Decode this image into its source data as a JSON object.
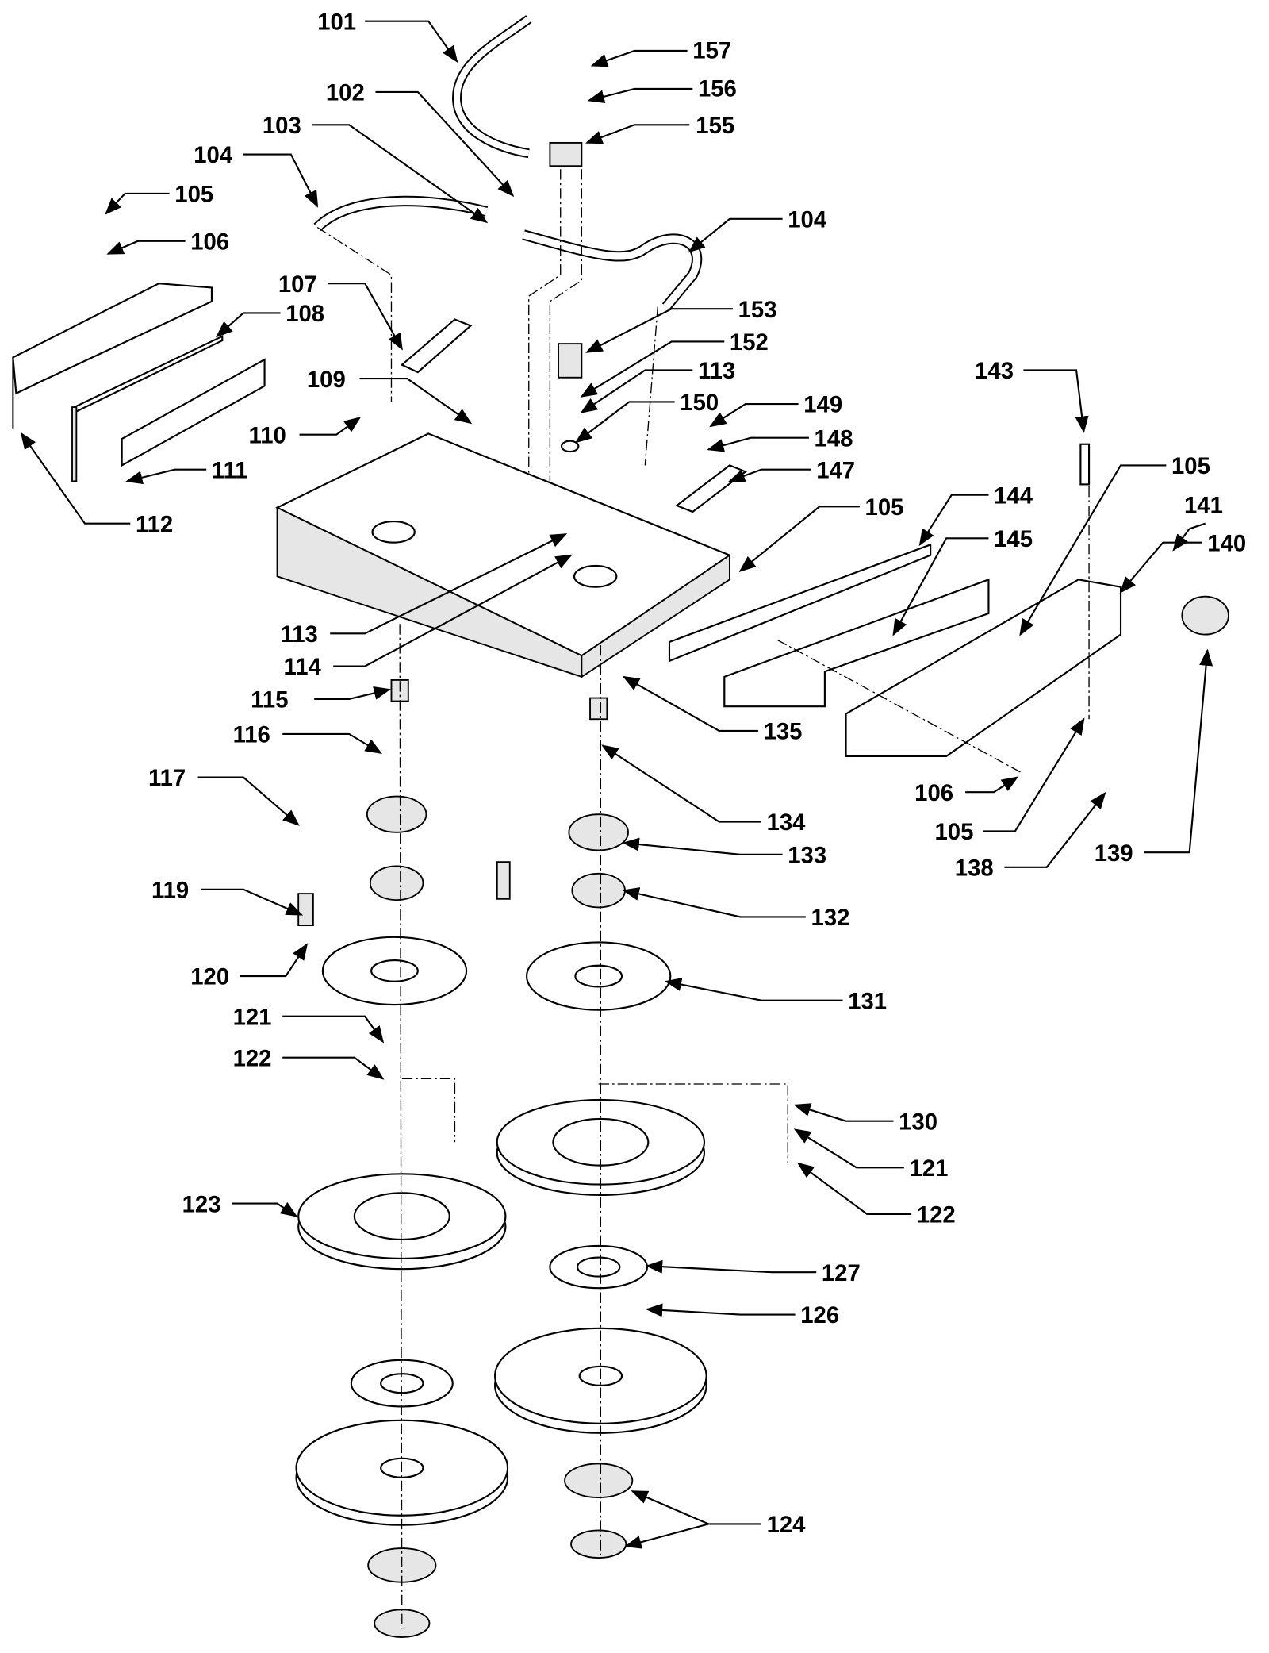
{
  "diagram": {
    "type": "exploded parts diagram",
    "labels": [
      "101",
      "157",
      "156",
      "155",
      "102",
      "103",
      "104",
      "104",
      "105",
      "106",
      "107",
      "108",
      "153",
      "152",
      "113",
      "109",
      "150",
      "149",
      "110",
      "148",
      "147",
      "105",
      "111",
      "112",
      "143",
      "105",
      "144",
      "141",
      "145",
      "140",
      "113",
      "114",
      "115",
      "135",
      "116",
      "134",
      "106",
      "105",
      "117",
      "133",
      "138",
      "139",
      "119",
      "132",
      "120",
      "131",
      "121",
      "122",
      "130",
      "121",
      "122",
      "123",
      "127",
      "126",
      "124"
    ]
  }
}
